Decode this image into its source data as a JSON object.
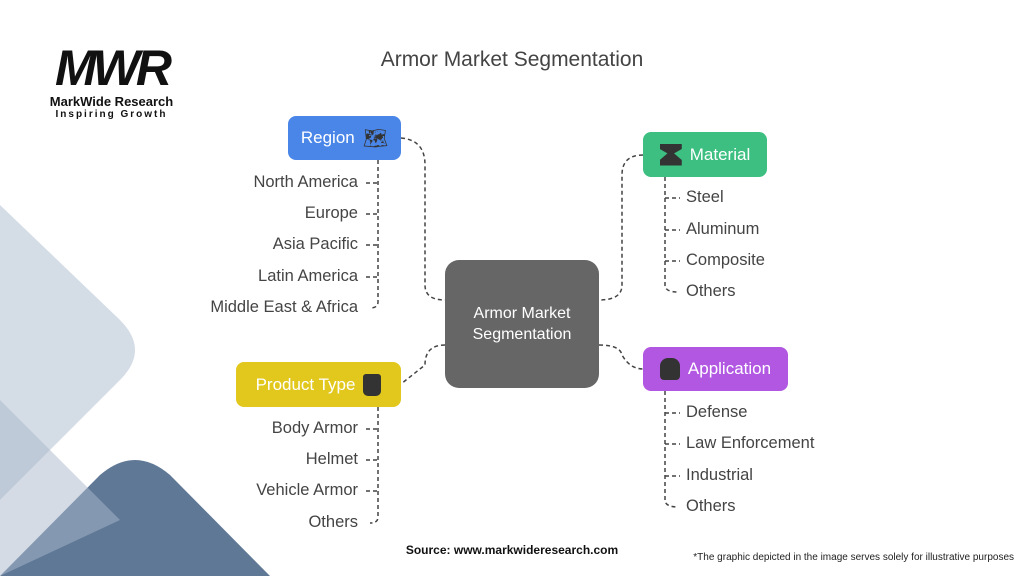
{
  "logo": {
    "mark": "MWR",
    "name": "MarkWide Research",
    "tagline": "Inspiring Growth"
  },
  "title": "Armor Market Segmentation",
  "center": "Armor Market Segmentation",
  "region": {
    "label": "Region",
    "icon": "map-icon",
    "color": "#4a86e8",
    "items": [
      "North America",
      "Europe",
      "Asia Pacific",
      "Latin America",
      "Middle East & Africa"
    ]
  },
  "product_type": {
    "label": "Product Type",
    "icon": "vest-icon",
    "color": "#e2c71c",
    "items": [
      "Body Armor",
      "Helmet",
      "Vehicle Armor",
      "Others"
    ]
  },
  "material": {
    "label": "Material",
    "icon": "anvil-icon",
    "color": "#3cbf80",
    "items": [
      "Steel",
      "Aluminum",
      "Composite",
      "Others"
    ]
  },
  "application": {
    "label": "Application",
    "icon": "armor-icon",
    "color": "#b157e2",
    "items": [
      "Defense",
      "Law Enforcement",
      "Industrial",
      "Others"
    ]
  },
  "source": "Source: www.markwideresearch.com",
  "footnote": "*The graphic depicted in the image serves solely for illustrative purposes"
}
